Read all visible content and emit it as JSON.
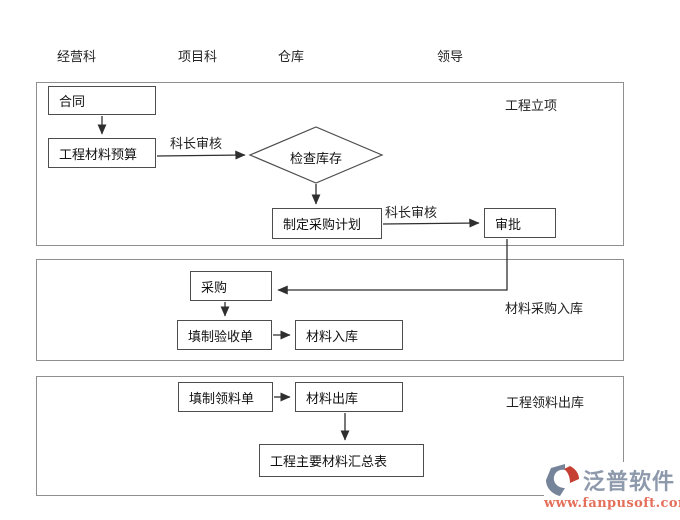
{
  "lane_headers": [
    {
      "label": "经营科"
    },
    {
      "label": "项目科"
    },
    {
      "label": "仓库"
    },
    {
      "label": "领导"
    }
  ],
  "sections": [
    {
      "label": "工程立项"
    },
    {
      "label": "材料采购入库"
    },
    {
      "label": "工程领料出库"
    }
  ],
  "nodes": {
    "contract": {
      "label": "合同"
    },
    "material_budget": {
      "label": "工程材料预算"
    },
    "check_inventory": {
      "label": "检查库存"
    },
    "purchase_plan": {
      "label": "制定采购计划"
    },
    "approval": {
      "label": "审批"
    },
    "purchase": {
      "label": "采购"
    },
    "acceptance_form": {
      "label": "填制验收单"
    },
    "material_inbound": {
      "label": "材料入库"
    },
    "requisition_form": {
      "label": "填制领料单"
    },
    "material_outbound": {
      "label": "材料出库"
    },
    "material_summary": {
      "label": "工程主要材料汇总表"
    }
  },
  "edge_labels": {
    "review_budget": "科长审核",
    "review_plan": "科长审核"
  },
  "logo": {
    "brand": "泛普软件",
    "url": "www.fanpusoft.com"
  },
  "colors": {
    "section_border": "#8f8f8f",
    "node_border": "#4d4d4d",
    "arrow": "#2f2f2f",
    "text": "#1a1a1a",
    "brand_text": "#8e9aac",
    "brand_url": "#e4705c",
    "brand_icon_gray": "#76849a",
    "brand_icon_red": "#c53f33"
  }
}
